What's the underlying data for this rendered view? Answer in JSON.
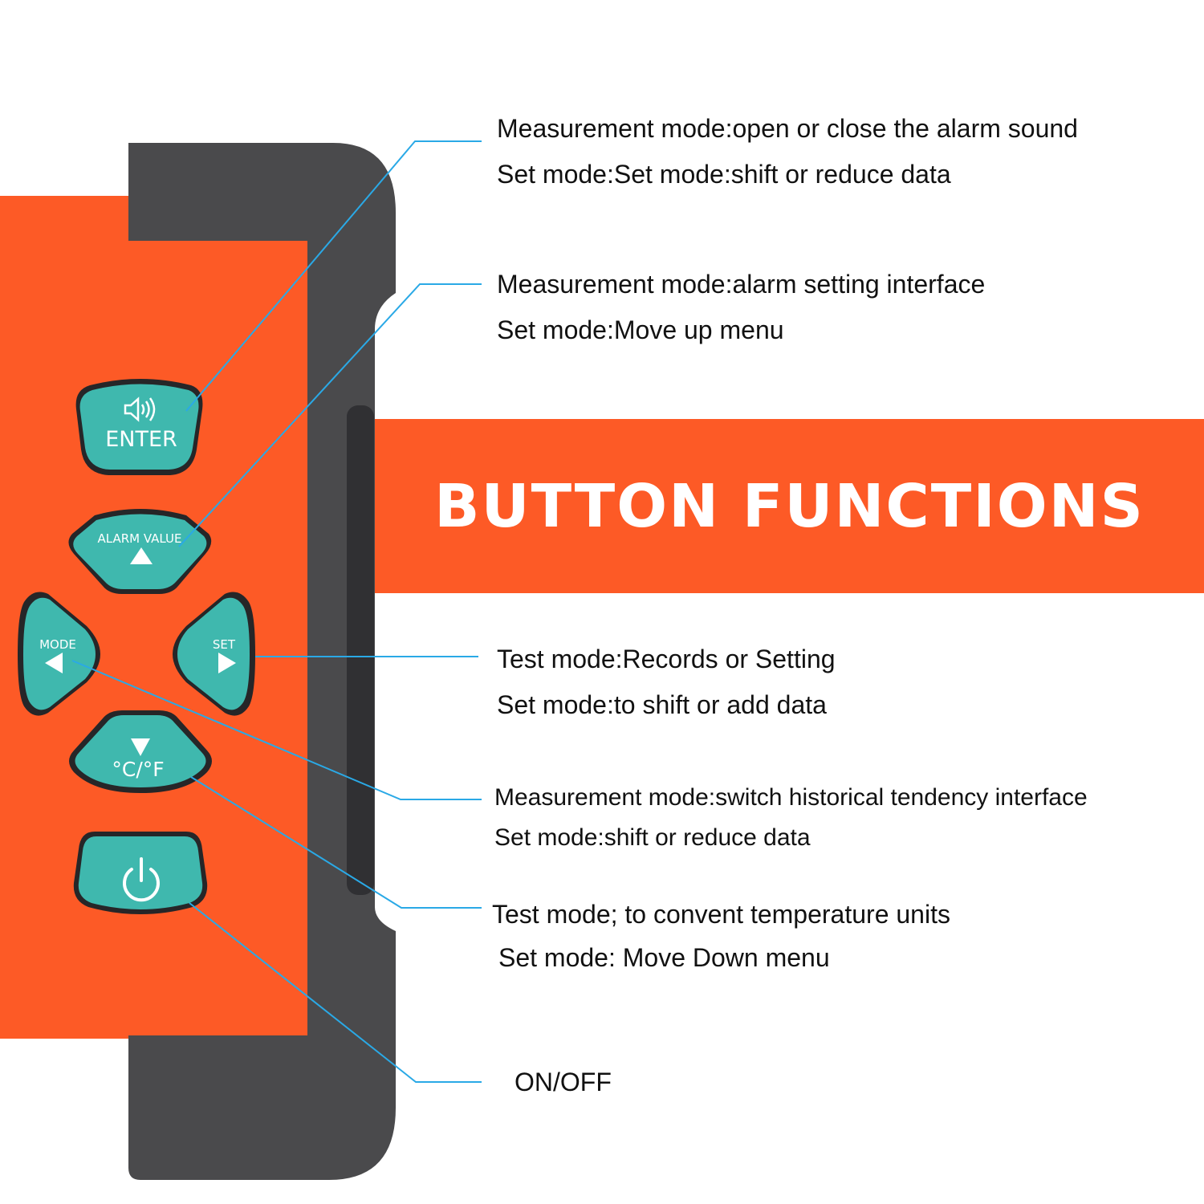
{
  "banner": {
    "title": "BUTTON FUNCTIONS"
  },
  "buttons": {
    "enter": {
      "label": "ENTER",
      "icon": "speaker-icon"
    },
    "alarm_value": {
      "label": "ALARM VALUE",
      "icon": "up-triangle-icon"
    },
    "mode": {
      "label": "MODE",
      "icon": "left-triangle-icon"
    },
    "set": {
      "label": "SET",
      "icon": "right-triangle-icon"
    },
    "unit": {
      "label": "°C/°F",
      "icon": "down-triangle-icon"
    },
    "power": {
      "label": "",
      "icon": "power-icon"
    }
  },
  "descriptions": {
    "enter": {
      "line1": "Measurement mode:open or close the alarm sound",
      "line2": "Set mode:Set mode:shift or reduce data"
    },
    "alarm_value": {
      "line1": "Measurement mode:alarm setting interface",
      "line2": "Set mode:Move up menu"
    },
    "set": {
      "line1": "Test mode:Records or Setting",
      "line2": "Set mode:to shift or add data"
    },
    "mode": {
      "line1": "Measurement mode:switch historical tendency interface",
      "line2": "Set mode:shift or reduce data"
    },
    "unit": {
      "line1": "Test mode; to convent temperature units",
      "line2": "Set mode: Move Down menu"
    },
    "power": {
      "line1": "ON/OFF"
    }
  },
  "colors": {
    "device_orange": "#fd5a26",
    "bumper_gray": "#4a4a4c",
    "button_teal": "#3fb8ae",
    "leader_line": "#2aa9e6",
    "banner_text": "#ffffff"
  }
}
